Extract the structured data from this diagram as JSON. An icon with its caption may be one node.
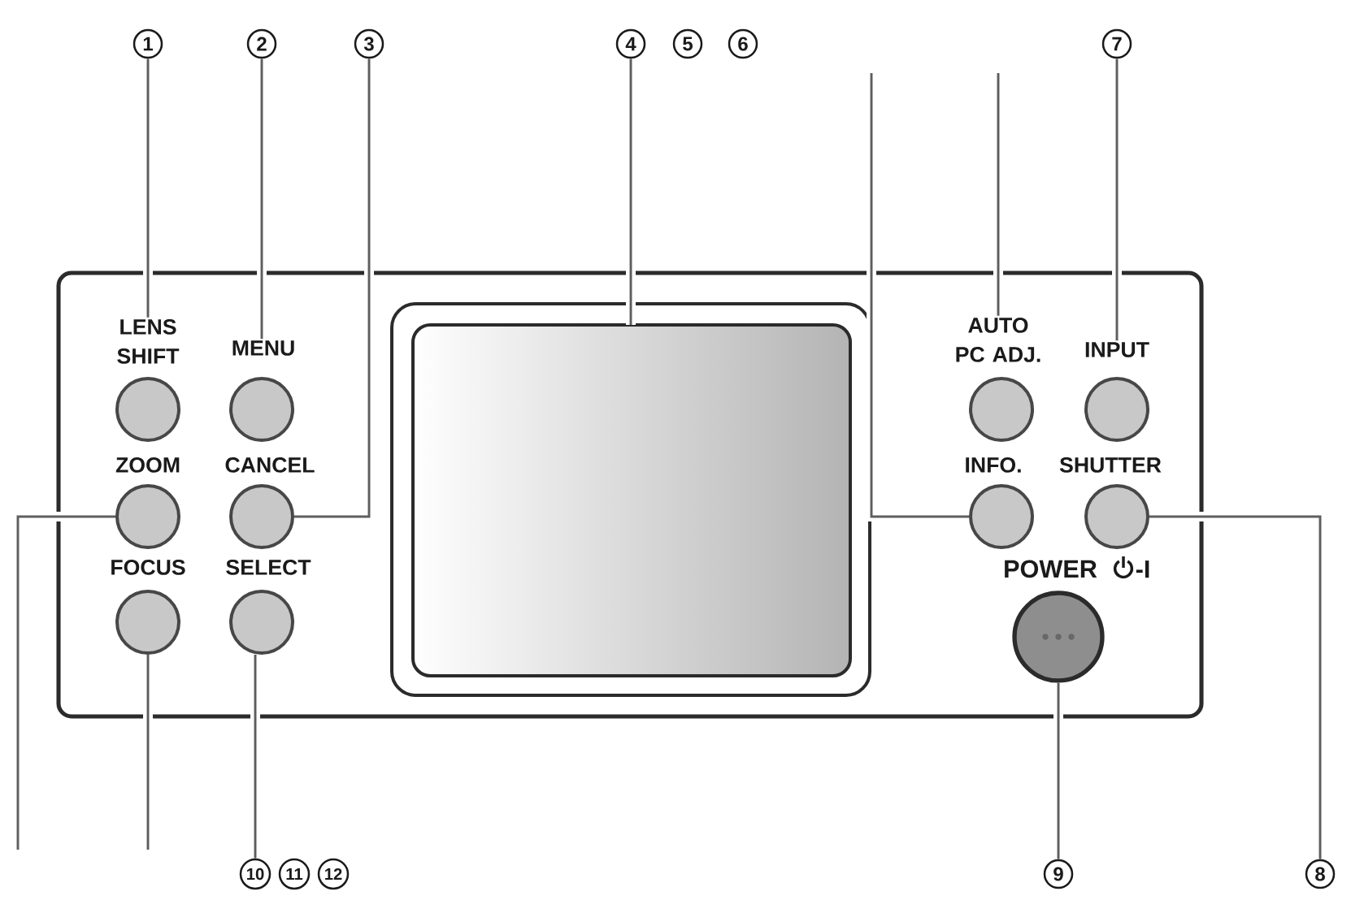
{
  "diagram": {
    "nodes": [
      {
        "text": [
          "1"
        ]
      },
      {
        "text": [
          "2"
        ]
      },
      {
        "text": [
          "3"
        ]
      },
      {
        "text": [
          "4"
        ]
      },
      {
        "text": [
          "5"
        ]
      },
      {
        "text": [
          "6"
        ]
      },
      {
        "text": [
          "7"
        ]
      },
      {
        "text": [],
        "shape": "box"
      },
      {
        "text": [
          "LENS SHIFT"
        ],
        "in": 7
      },
      {
        "text": [
          "MENU"
        ],
        "in": 7
      },
      {
        "text": [],
        "shape": "box",
        "in": 7
      },
      {
        "text": [
          "AUTO PC ADJ."
        ],
        "in": 7
      },
      {
        "text": [
          "INPUT"
        ],
        "in": 7
      },
      {
        "text": [
          "ZOOM"
        ],
        "in": 7
      },
      {
        "text": [
          "CANCEL"
        ],
        "in": 7
      },
      {
        "text": [
          "INFO."
        ],
        "in": 7
      },
      {
        "text": [
          "SHUTTER"
        ],
        "in": 7
      },
      {
        "text": [
          "FOCUS"
        ],
        "in": 7
      },
      {
        "text": [
          "SELECT"
        ],
        "in": 7
      },
      {
        "text": [
          "POWER",
          "-I"
        ],
        "in": 7
      },
      {
        "text": [
          "10"
        ]
      },
      {
        "text": [
          "11"
        ]
      },
      {
        "text": [
          "12"
        ]
      },
      {
        "text": [
          "9"
        ]
      },
      {
        "text": [
          "8"
        ]
      }
    ],
    "edges": [
      {
        "from": 0,
        "to": 8,
        "arrow": "none"
      },
      {
        "from": 1,
        "to": 9,
        "arrow": "none"
      },
      {
        "from": 2,
        "to": 14,
        "arrow": "none"
      },
      {
        "from": 3,
        "to": 10,
        "arrow": "none"
      },
      {
        "from": null,
        "to": 15,
        "arrow": "none"
      },
      {
        "from": null,
        "to": 11,
        "arrow": "none"
      },
      {
        "from": 6,
        "to": 12,
        "arrow": "none"
      },
      {
        "from": null,
        "to": 13,
        "arrow": "none"
      },
      {
        "from": null,
        "to": 17,
        "arrow": "none"
      },
      {
        "from": 20,
        "to": 18,
        "arrow": "none"
      },
      {
        "from": 23,
        "to": 19,
        "arrow": "none"
      },
      {
        "from": 24,
        "to": 16,
        "arrow": "none"
      }
    ]
  }
}
